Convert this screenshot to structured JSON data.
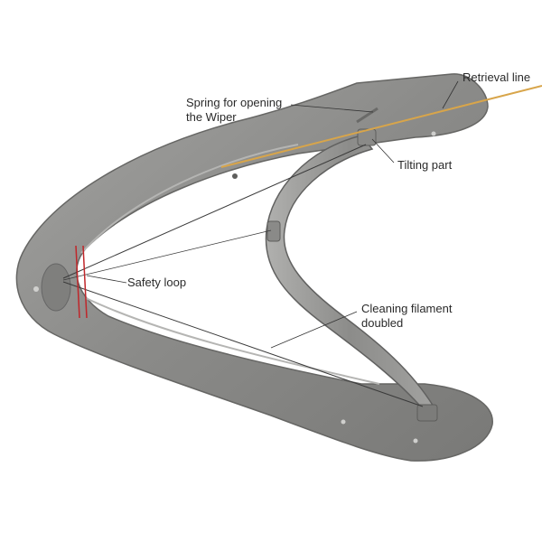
{
  "labels": {
    "retrieval_line": "Retrieval line",
    "spring_line1": "Spring for opening",
    "spring_line2": "the Wiper",
    "tilting_part": "Tilting part",
    "safety_loop": "Safety loop",
    "cleaning_line1": "Cleaning filament",
    "cleaning_line2": "doubled"
  },
  "colors": {
    "frame": "#8e8e8c",
    "frame_edge": "#6b6b69",
    "arm": "#9a9a98",
    "retrieval_line": "#d8a54a",
    "safety_loop": "#c0262a",
    "filament": "#3a3a3a"
  }
}
